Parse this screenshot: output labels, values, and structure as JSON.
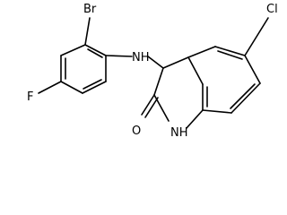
{
  "structure": {
    "atoms": {
      "br": "Br",
      "nh_amine": "NH",
      "f": "F",
      "cl": "Cl",
      "o": "O",
      "nh_ring": "NH"
    },
    "colors": {
      "bond": "#000000",
      "label": "#000000",
      "background": "#ffffff"
    }
  }
}
